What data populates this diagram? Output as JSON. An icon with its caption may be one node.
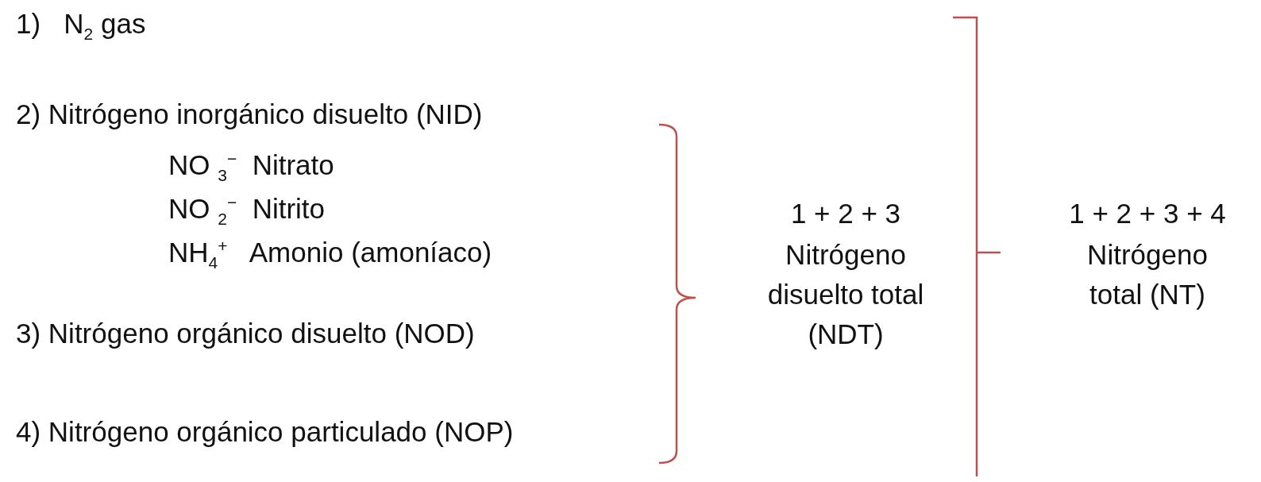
{
  "diagram": {
    "labels": [
      "1)   N$_{2}$ gas",
      "2) Nitrógeno inorgánico disuelto (NID)",
      "NO $_{3}$$^{−}$  Nitrato",
      "NO $_{2}$$^{−}$  Nitrito",
      "NH$_{4}$$^{+}$   Amonio (amoníaco)",
      "3) Nitrógeno orgánico disuelto (NOD)",
      "4) Nitrógeno orgánico particulado (NOP)",
      "1 + 2 + 3",
      "Nitrógeno disuelto total (NDT)",
      "1 + 2 + 3 + 4",
      "Nitrógeno total (NT)"
    ]
  }
}
